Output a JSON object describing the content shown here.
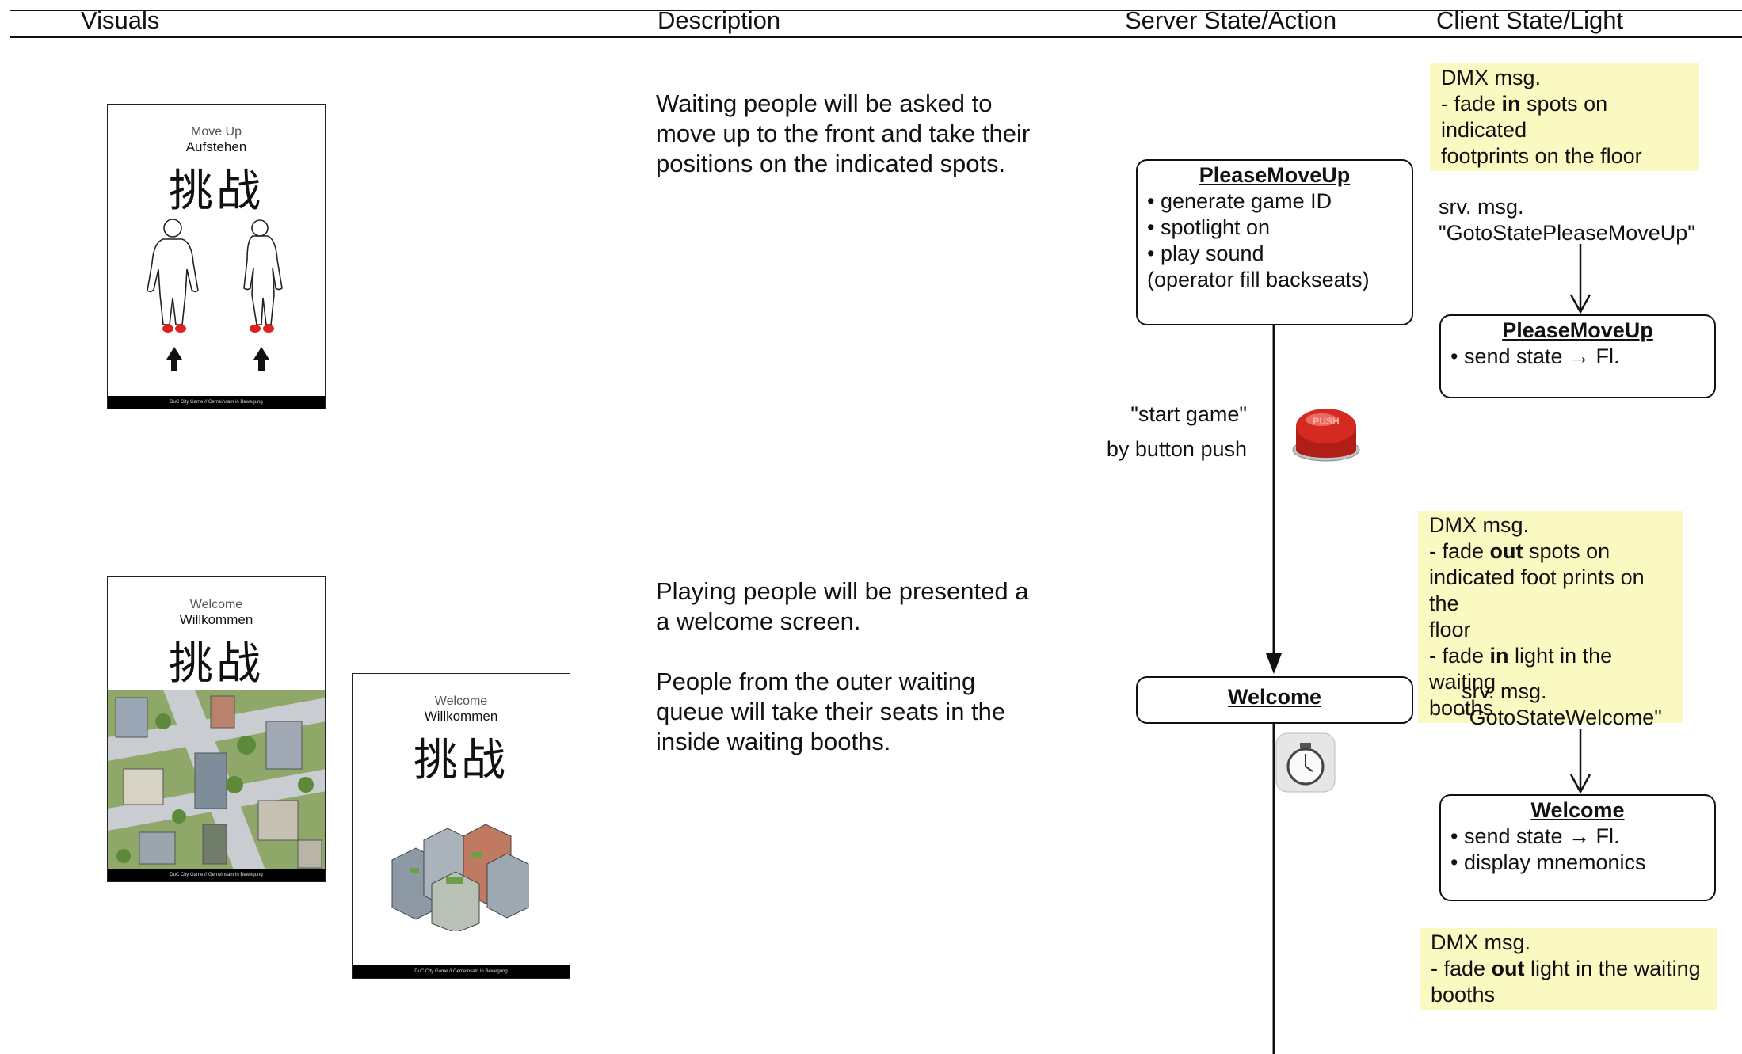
{
  "columns": [
    "Visuals",
    "Description",
    "Server State/Action",
    "Client State/Light"
  ],
  "descriptions": {
    "move_up": "Waiting people will be asked to\nmove up to the front and take their\npositions on the indicated spots.",
    "welcome_1": "Playing people will be presented a\na welcome screen.",
    "welcome_2": "People from the outer waiting\nqueue will take their seats in the\ninside waiting booths."
  },
  "posters": {
    "move_up": {
      "en": "Move Up",
      "de": "Aufstehen",
      "cn": "挑战",
      "footer": "DuC City Game // Gemeinsam in Bewegung"
    },
    "welcome_big": {
      "en": "Welcome",
      "de": "Willkommen",
      "cn": "挑战",
      "footer": "DuC City Game // Gemeinsam in Bewegung"
    },
    "welcome_small": {
      "en": "Welcome",
      "de": "Willkommen",
      "cn": "挑战",
      "footer": "DuC City Game // Gemeinsam in Bewegung"
    }
  },
  "server": {
    "move_up": {
      "title": "PleaseMoveUp",
      "items": [
        "• generate game ID",
        "• spotlight on",
        "• play sound",
        "(operator fill backseats)"
      ]
    },
    "start_label_1": "\"start game\"",
    "start_label_2": "by button push",
    "push_button_text": "PUSH",
    "welcome": {
      "title": "Welcome"
    }
  },
  "client": {
    "dmx1": {
      "l1": "DMX msg.",
      "l2a": "- fade ",
      "l2b": "in",
      "l2c": " spots on indicated",
      "l3": "footprints on the floor"
    },
    "msg1": "srv. msg.\n\"GotoStatePleaseMoveUp\"",
    "move_up": {
      "title": "PleaseMoveUp",
      "items": [
        "• send state → Fl."
      ]
    },
    "dmx2": {
      "l1": "DMX msg.",
      "l2a": "- fade ",
      "l2b": "out",
      "l2c": " spots on",
      "l3": "indicated foot prints on the",
      "l4": "floor",
      "l5a": "- fade ",
      "l5b": "in",
      "l5c": " light in the waiting",
      "l6": "booths"
    },
    "msg2": "srv. msg.\n\"GotoStateWelcome\"",
    "welcome": {
      "title": "Welcome",
      "items": [
        "• send state → Fl.",
        "• display mnemonics"
      ]
    },
    "dmx3": {
      "l1": "DMX msg.",
      "l2a": "- fade ",
      "l2b": "out",
      "l2c": " light in the waiting",
      "l3": "booths"
    }
  },
  "colors": {
    "note_bg": "#fbf9c2",
    "footprint": "#e02020",
    "push_button": "#d42a22"
  }
}
